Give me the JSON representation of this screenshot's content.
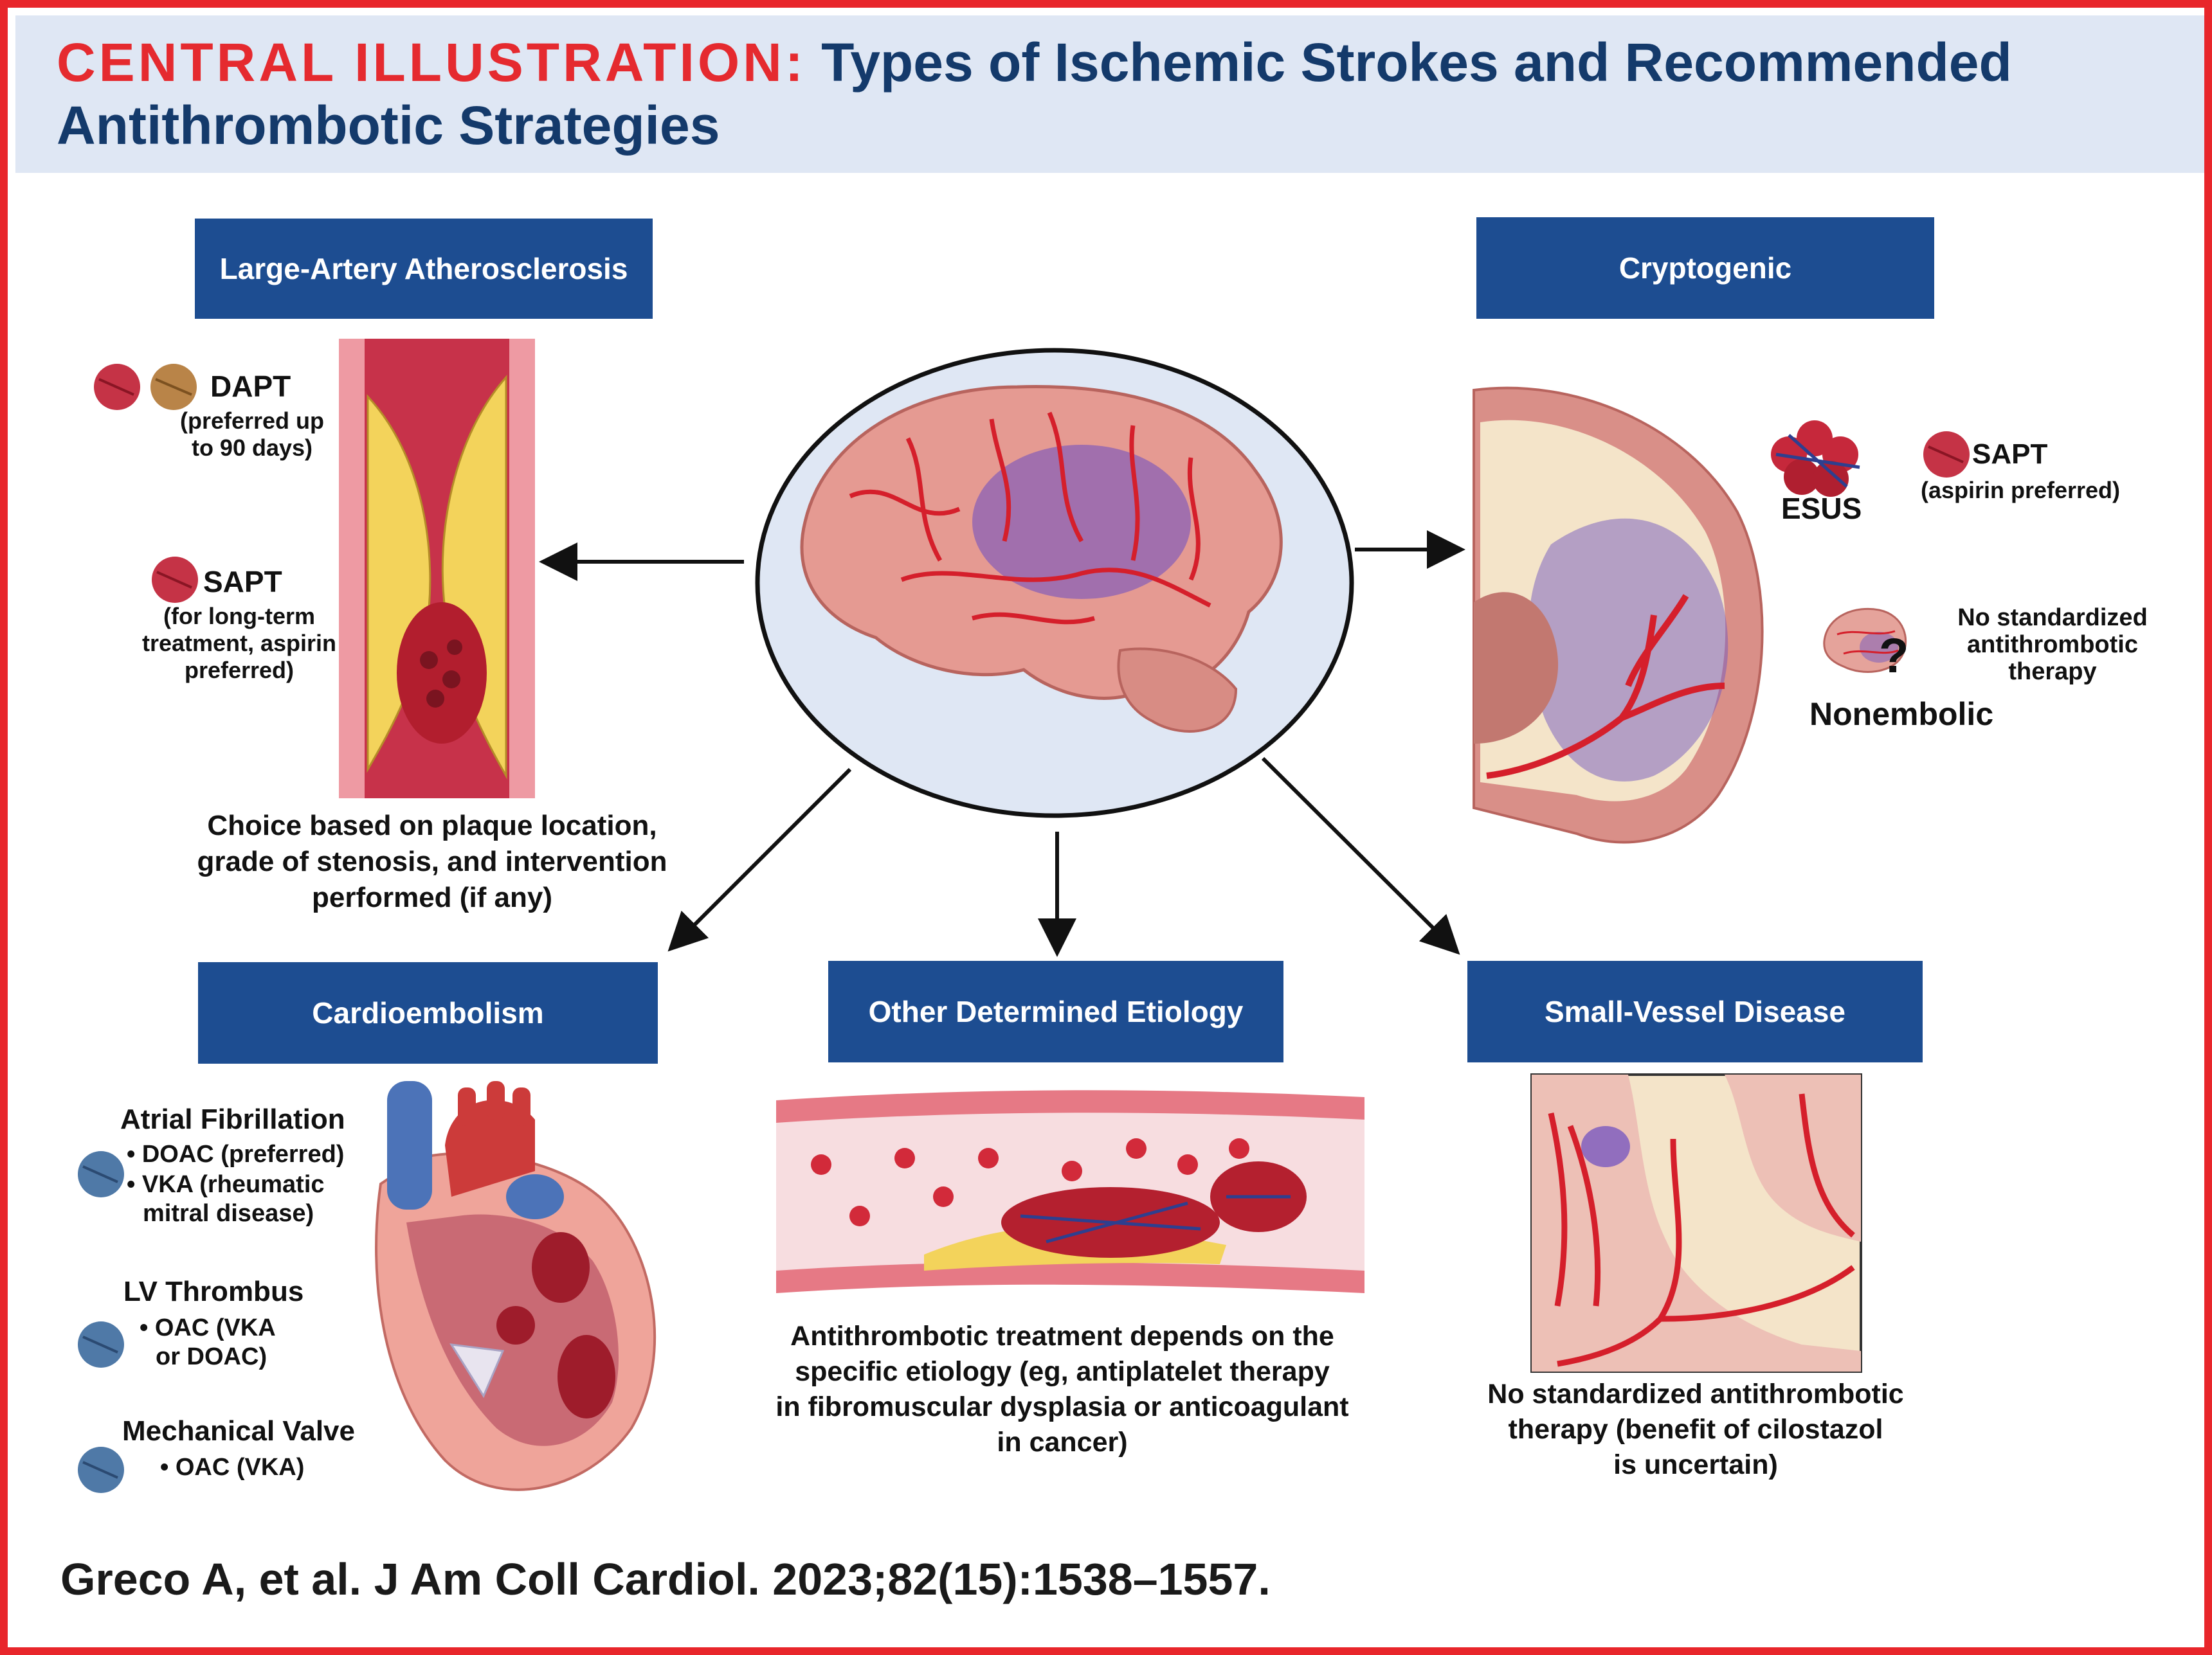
{
  "header": {
    "title_lead": "CENTRAL ILLUSTRATION:",
    "title_rest": "Types of Ischemic Strokes and Recommended Antithrombotic Strategies"
  },
  "boxes": {
    "large_artery": "Large-Artery Atherosclerosis",
    "cryptogenic": "Cryptogenic",
    "cardioembolism": "Cardioembolism",
    "other": "Other Determined Etiology",
    "small_vessel": "Small-Vessel Disease"
  },
  "large_artery": {
    "dapt_title": "DAPT",
    "dapt_note_1": "(preferred up",
    "dapt_note_2": "to 90 days)",
    "sapt_title": "SAPT",
    "sapt_note_1": "(for long-term",
    "sapt_note_2": "treatment, aspirin",
    "sapt_note_3": "preferred)",
    "caption_1": "Choice based on plaque location,",
    "caption_2": "grade of stenosis, and intervention",
    "caption_3": "performed (if any)"
  },
  "cryptogenic": {
    "esus": "ESUS",
    "sapt_title": "SAPT",
    "sapt_note": "(aspirin preferred)",
    "no_std_1": "No standardized",
    "no_std_2": "antithrombotic",
    "no_std_3": "therapy",
    "question": "?",
    "nonembolic": "Nonembolic"
  },
  "cardio": {
    "af_title": "Atrial Fibrillation",
    "af_1": "• DOAC (preferred)",
    "af_2": "• VKA (rheumatic",
    "af_3": "mitral disease)",
    "lv_title": "LV Thrombus",
    "lv_1": "• OAC (VKA",
    "lv_2": "or DOAC)",
    "mv_title": "Mechanical Valve",
    "mv_1": "• OAC (VKA)"
  },
  "other": {
    "caption_1": "Antithrombotic treatment depends on the",
    "caption_2": "specific etiology (eg, antiplatelet therapy",
    "caption_3": "in fibromuscular dysplasia or anticoagulant",
    "caption_4": "in cancer)"
  },
  "small_vessel": {
    "caption_1": "No standardized antithrombotic",
    "caption_2": "therapy (benefit of cilostazol",
    "caption_3": "is uncertain)"
  },
  "citation": "Greco A, et al. J Am Coll Cardiol. 2023;82(15):1538–1557.",
  "colors": {
    "frame": "#e8262b",
    "header_bg": "#dfe7f4",
    "title_red": "#e52a2f",
    "title_navy": "#143a6b",
    "box_blue": "#1d4d91"
  }
}
